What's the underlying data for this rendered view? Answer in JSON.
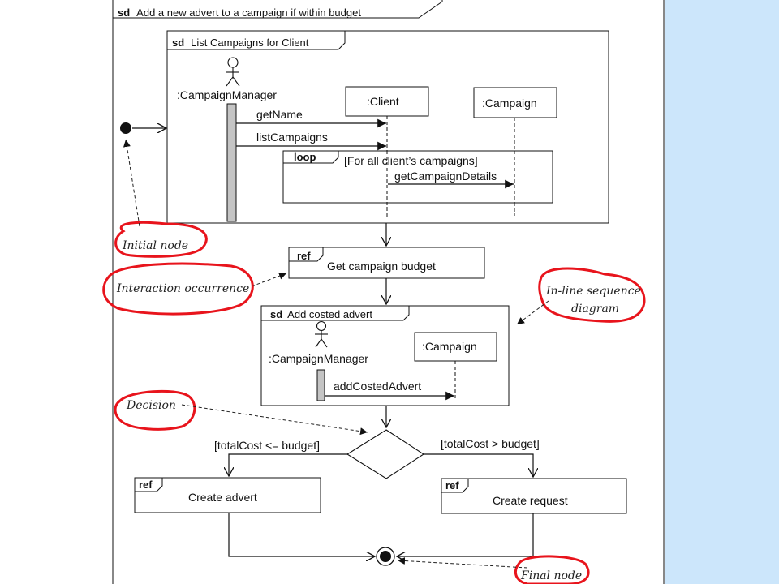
{
  "colors": {
    "side_panel": "#cce6fb",
    "annotation_ring": "#e8141c",
    "lifeline_activation": "#c4c4c4",
    "line": "#111111"
  },
  "outer_frame": {
    "keyword": "sd",
    "title": "Add a new advert to a campaign if within budget"
  },
  "list_campaigns": {
    "keyword": "sd",
    "title": "List Campaigns for Client",
    "actor": ":CampaignManager",
    "client": ":Client",
    "campaign": ":Campaign",
    "msg_get_name": "getName",
    "msg_list_campaigns": "listCampaigns",
    "loop_keyword": "loop",
    "loop_guard": "[For all client’s campaigns]",
    "msg_get_details": "getCampaignDetails"
  },
  "ref_budget": {
    "keyword": "ref",
    "label": "Get campaign budget"
  },
  "add_costed": {
    "keyword": "sd",
    "title": "Add costed advert",
    "actor": ":CampaignManager",
    "campaign": ":Campaign",
    "msg": "addCostedAdvert"
  },
  "decision": {
    "guard_left": "[totalCost <= budget]",
    "guard_right": "[totalCost > budget]"
  },
  "ref_create_advert": {
    "keyword": "ref",
    "label": "Create advert"
  },
  "ref_create_request": {
    "keyword": "ref",
    "label": "Create request"
  },
  "annotations": {
    "initial": "Initial node",
    "interaction": "Interaction occurrence",
    "inline_1": "In-line sequence",
    "inline_2": "diagram",
    "decision": "Decision",
    "final": "Final node"
  }
}
